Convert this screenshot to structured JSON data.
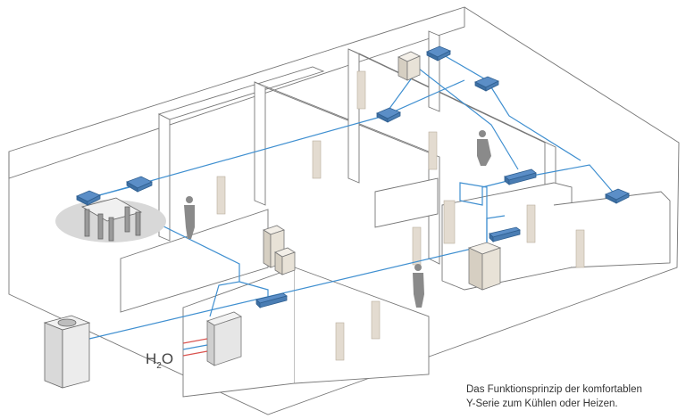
{
  "label": {
    "h": "H",
    "sub": "2",
    "o": "O"
  },
  "caption": {
    "line1": "Das Funktionsprinzip der komfortablen",
    "line2": "Y-Serie zum Kühlen oder Heizen."
  },
  "colors": {
    "pipe": "#3f8fd0",
    "indoor_unit": "#5b8ec7",
    "wall_line": "#777777",
    "door": "#e3dbd0",
    "person": "#8a8a8a",
    "zone": "#d8d8d8"
  },
  "icons": [
    "outdoor-condenser-icon",
    "hydro-box-icon",
    "ceiling-cassette-icon",
    "wall-unit-icon",
    "floor-unit-icon",
    "person-icon",
    "dining-table-icon"
  ]
}
